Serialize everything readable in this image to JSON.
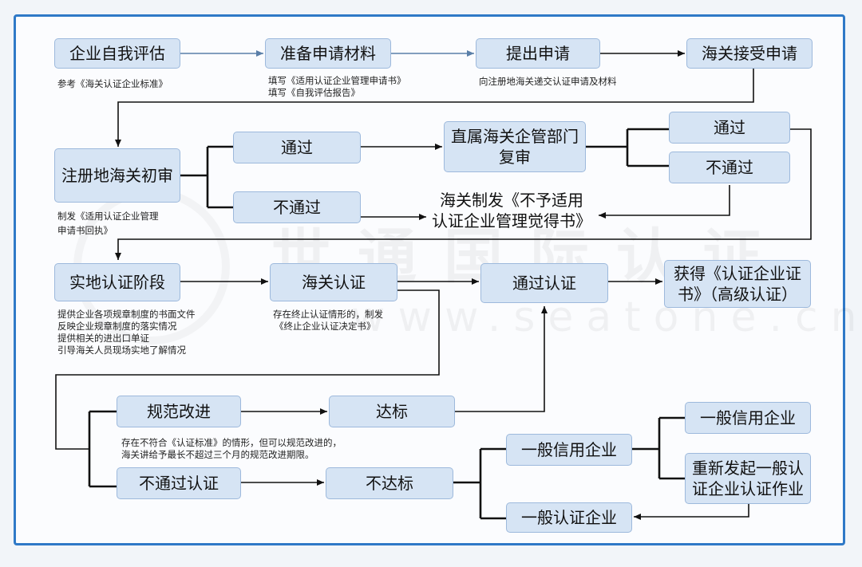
{
  "watermark": {
    "main": "世通国际认证",
    "sub": "www.seatone.cn"
  },
  "boxes": {
    "self_eval": "企业自我评估",
    "prepare": "准备申请材料",
    "submit": "提出申请",
    "accept": "海关接受申请",
    "initial_review": "注册地海关初审",
    "pass1": "通过",
    "fail1": "不通过",
    "direct_review": "直属海关企管部门复审",
    "pass2": "通过",
    "fail2": "不通过",
    "onsite": "实地认证阶段",
    "customs_cert": "海关认证",
    "passed_cert": "通过认证",
    "obtain": "获得《认证企业证书》（高级认证）",
    "rectify": "规范改进",
    "meet_std": "达标",
    "failed_cert": "不通过认证",
    "not_meet": "不达标",
    "general_credit_mid": "一般信用企业",
    "general_credit_top": "一般信用企业",
    "restart": "重新发起一般认证企业认证作业",
    "general_cert": "一般认证企业"
  },
  "free_text": {
    "notice_line1": "海关制发《不予适用",
    "notice_line2": "认证企业管理觉得书》"
  },
  "notes": {
    "self_eval": [
      "参考《海关认证企业标准》"
    ],
    "prepare": [
      "填写《适用认证企业管理申请书》",
      "填写《自我评估报告》"
    ],
    "submit": [
      "向注册地海关递交认证申请及材料"
    ],
    "initial_review": [
      "制发《适用认证企业管理",
      "申请书回执》"
    ],
    "onsite": [
      "提供企业各项规章制度的书面文件",
      "反映企业规章制度的落实情况",
      "提供相关的进出口单证",
      "引导海关人员现场实地了解情况"
    ],
    "customs_cert": [
      "存在终止认证情形的，制发",
      "《终止企业认证决定书》"
    ],
    "rectify": [
      "存在不符合《认证标准》的情形，但可以规范改进的，",
      "海关讲给予最长不超过三个月的规范改进期限。"
    ]
  }
}
